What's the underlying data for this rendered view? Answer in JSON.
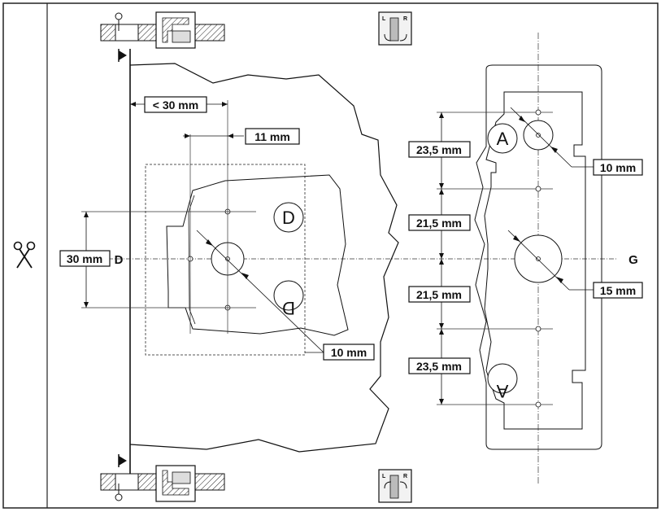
{
  "dimensions": {
    "less_than_30": "< 30 mm",
    "eleven": "11 mm",
    "thirty": "30 mm",
    "ten_left": "10 mm",
    "ten_right": "10 mm",
    "fifteen": "15 mm",
    "dist_a": "23,5 mm",
    "dist_b": "21,5 mm",
    "dist_c": "21,5 mm",
    "dist_d": "23,5 mm"
  },
  "labels": {
    "edge_d": "D",
    "edge_g": "G",
    "hole_d_top": "D",
    "hole_d_bottom": "D",
    "hole_a_top": "A",
    "hole_a_bottom": "A",
    "mark_l_top": "L",
    "mark_r_top": "R",
    "mark_l_bottom": "L",
    "mark_r_bottom": "R"
  },
  "icons": {
    "cut": "scissors-icon",
    "hinge_top": "hinge-section-icon",
    "hinge_bottom": "hinge-section-icon",
    "side_top": "left-right-door-icon",
    "side_bottom": "left-right-door-icon"
  }
}
